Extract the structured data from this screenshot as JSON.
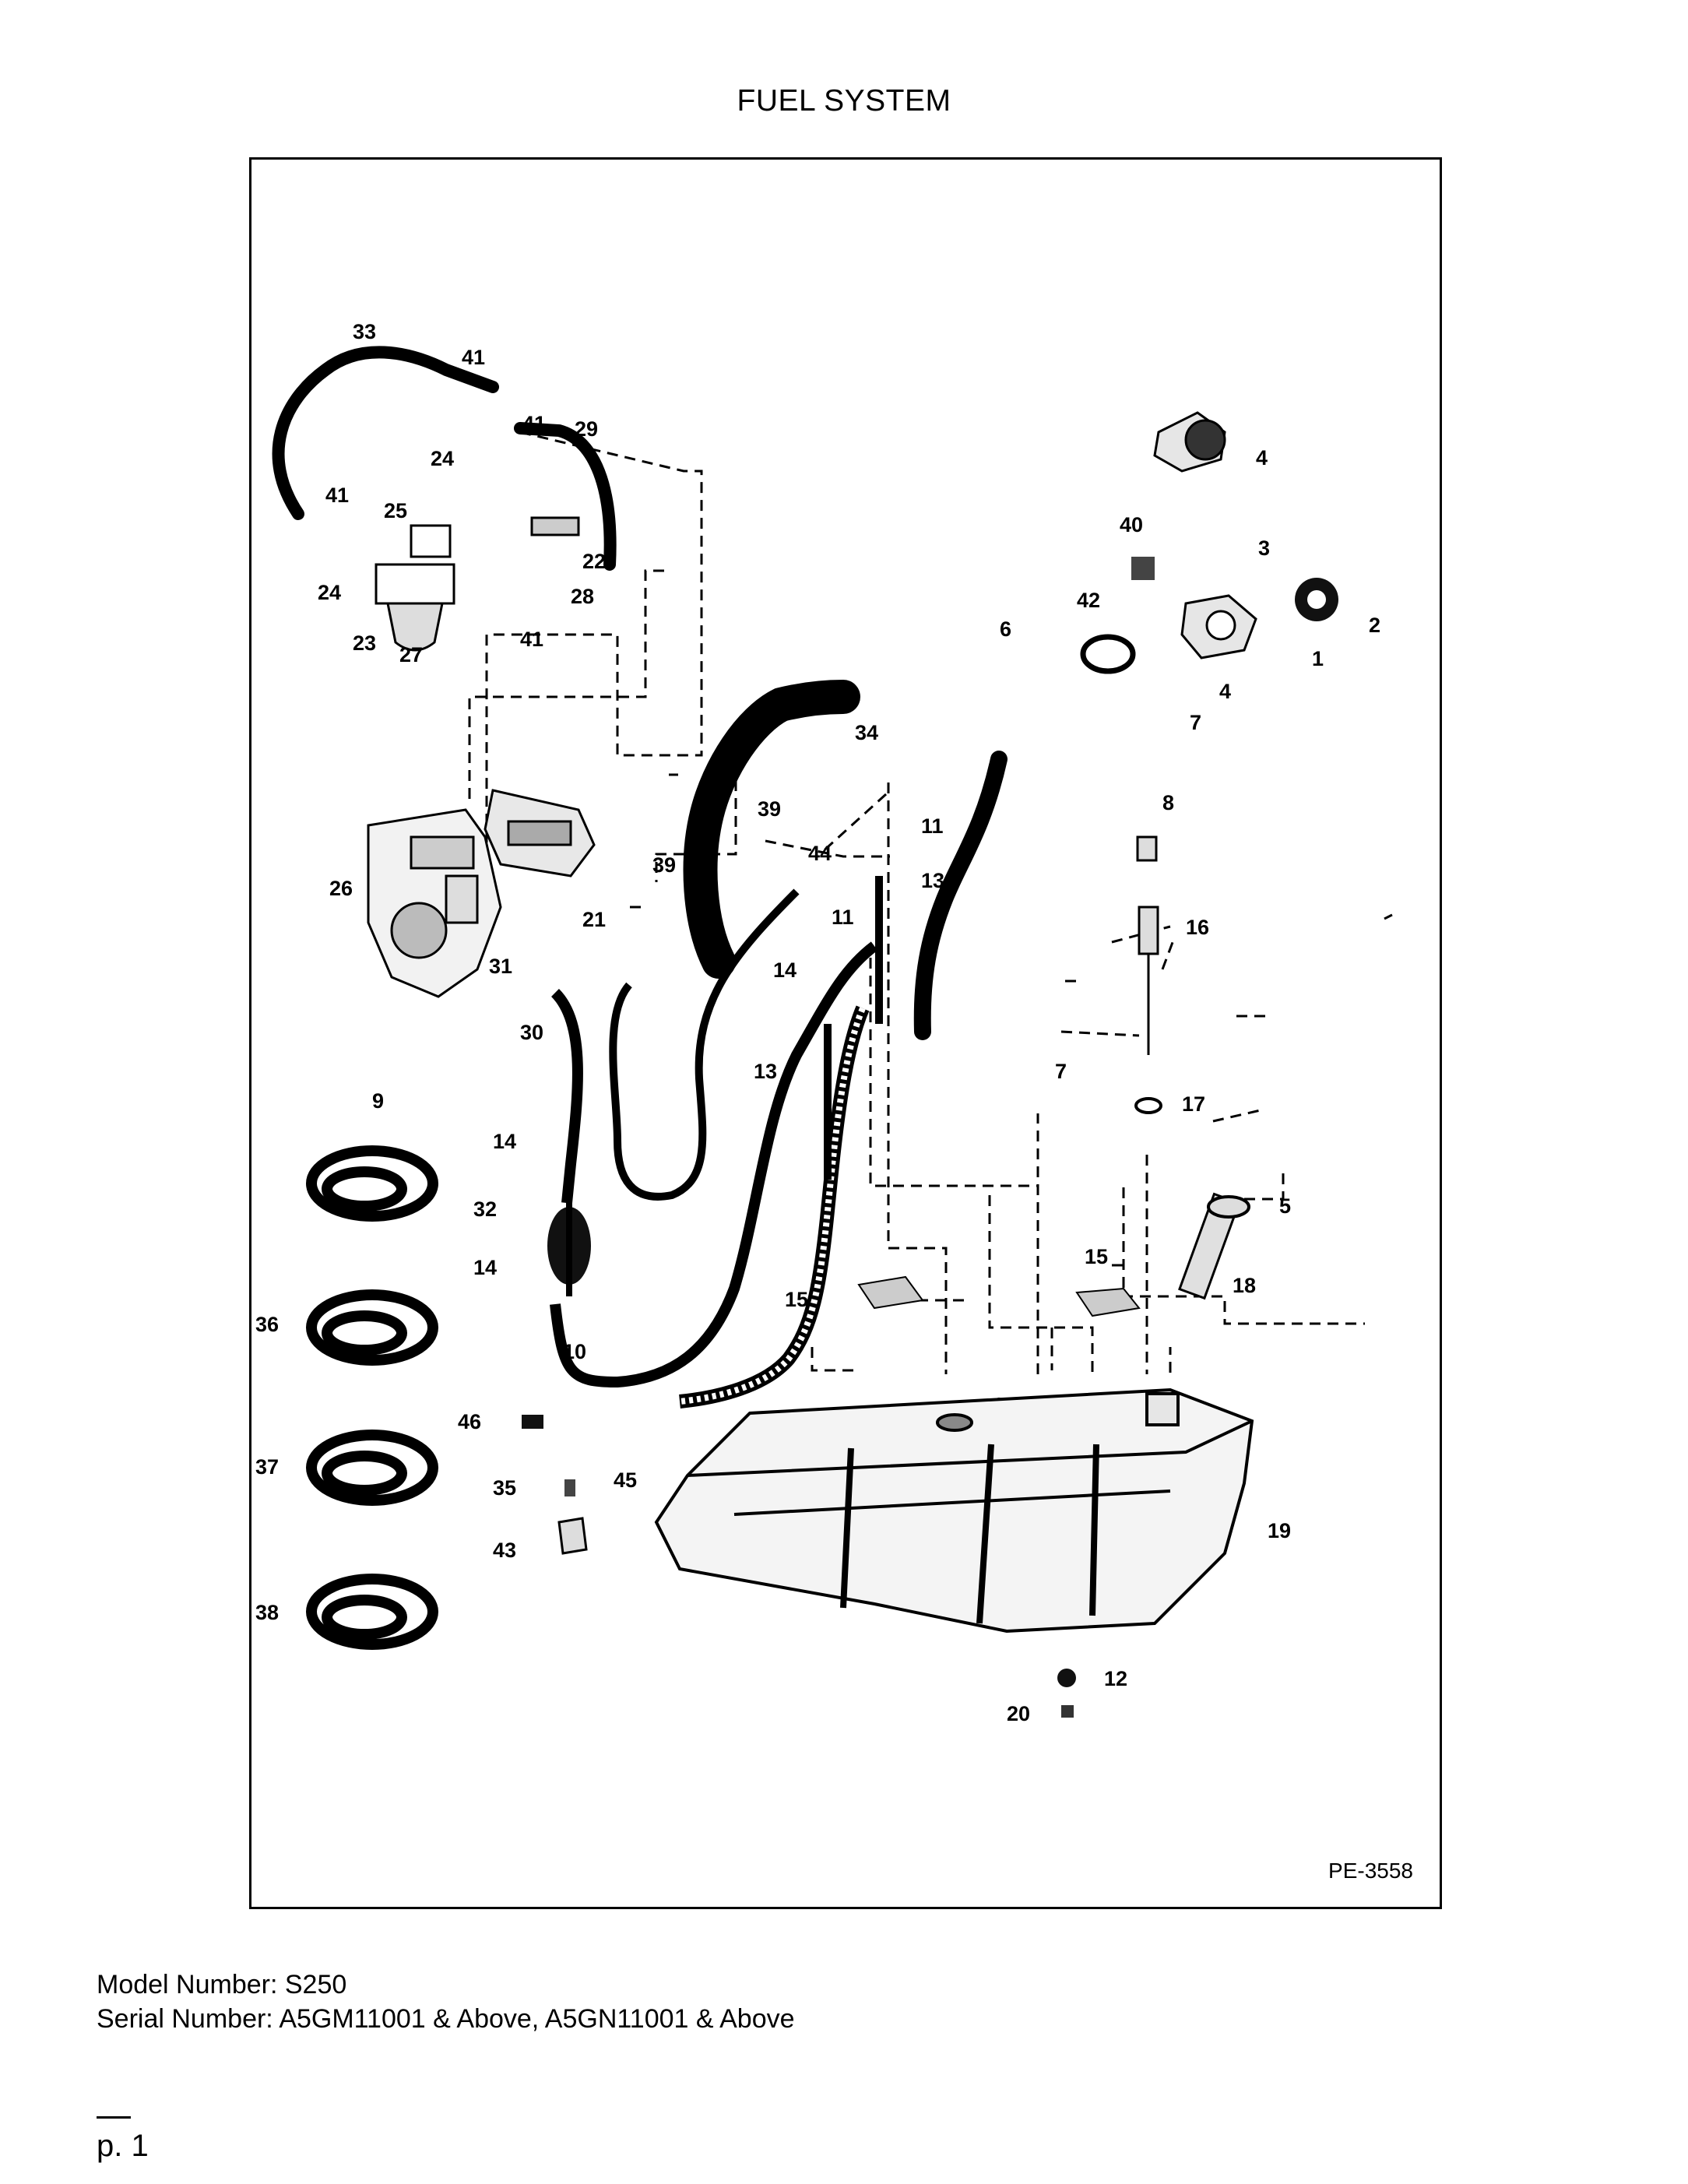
{
  "page": {
    "title": "FUEL SYSTEM",
    "drawing_code": "PE-3558",
    "model_line": "Model Number: S250",
    "serial_line": "Serial Number: A5GM11001 & Above, A5GN11001 & Above",
    "page_number": "p. 1"
  },
  "diagram": {
    "callouts": [
      "33",
      "41",
      "41",
      "29",
      "24",
      "25",
      "22",
      "28",
      "41",
      "24",
      "23",
      "27",
      "41",
      "4",
      "40",
      "3",
      "2",
      "1",
      "42",
      "4",
      "6",
      "7",
      "8",
      "34",
      "39",
      "11",
      "13",
      "44",
      "11",
      "14",
      "16",
      "39",
      "21",
      "26",
      "31",
      "30",
      "13",
      "7",
      "17",
      "9",
      "14",
      "32",
      "14",
      "15",
      "15",
      "5",
      "18",
      "36",
      "10",
      "46",
      "45",
      "37",
      "35",
      "43",
      "19",
      "38",
      "12",
      "20"
    ]
  }
}
